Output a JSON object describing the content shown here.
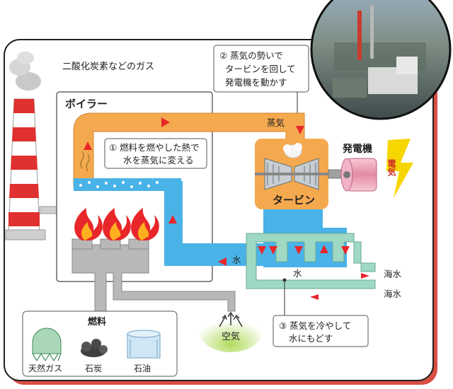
{
  "labels": {
    "co2_gas": "二酸化炭素などのガス",
    "boiler": "ボイラー",
    "step1_line1": "① 燃料を燃やした熱で",
    "step1_line2": "水を蒸気に変える",
    "step2_line1": "② 蒸気の勢いで",
    "step2_line2": "タービンを回して",
    "step2_line3": "発電機を動かす",
    "step3_line1": "③ 蒸気を冷やして",
    "step3_line2": "水にもどす",
    "steam": "蒸気",
    "generator": "発電機",
    "electricity": "電気",
    "turbine": "タービン",
    "water_left": "水",
    "water_condenser": "水",
    "seawater_1": "海水",
    "seawater_2": "海水",
    "air": "空気",
    "fuel": "燃料",
    "natural_gas": "天然ガス",
    "coal": "石炭",
    "oil": "石油"
  },
  "colors": {
    "steam_pipe": "#f5a94e",
    "water_pipe": "#49b3e8",
    "seawater_pipe": "#9fd9c4",
    "fuel_pipe": "#b8b8b8",
    "flow_arrow": "#e8272a",
    "outer_border": "#d94f43",
    "lightning": "#f6d600"
  }
}
